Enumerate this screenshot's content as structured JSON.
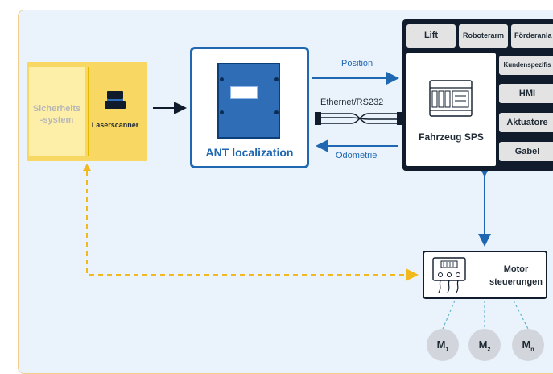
{
  "safety": {
    "system_label_line1": "Sicherheits",
    "system_label_line2": "-system",
    "scanner_label": "Laserscanner"
  },
  "ant": {
    "label": "ANT localization"
  },
  "connections": {
    "position": "Position",
    "interface": "Ethernet/RS232",
    "odometry": "Odometrie"
  },
  "sps": {
    "main_label": "Fahrzeug SPS",
    "top_modules": [
      "Lift",
      "Roboterarm",
      "Förderanla"
    ],
    "side_modules": [
      "Kundenspezifis",
      "HMI",
      "Aktuatore",
      "Gabel"
    ]
  },
  "motor": {
    "label_line1": "Motor",
    "label_line2": "steuerungen",
    "motors": [
      {
        "base": "M",
        "sub": "1"
      },
      {
        "base": "M",
        "sub": "2"
      },
      {
        "base": "M",
        "sub": "n"
      }
    ]
  },
  "colors": {
    "blue": "#1f67b1",
    "dark": "#101c2c",
    "yellow": "#f8d863",
    "arrow_dashed": "#f2b91e",
    "teal_dashed": "#5fb6c9"
  }
}
